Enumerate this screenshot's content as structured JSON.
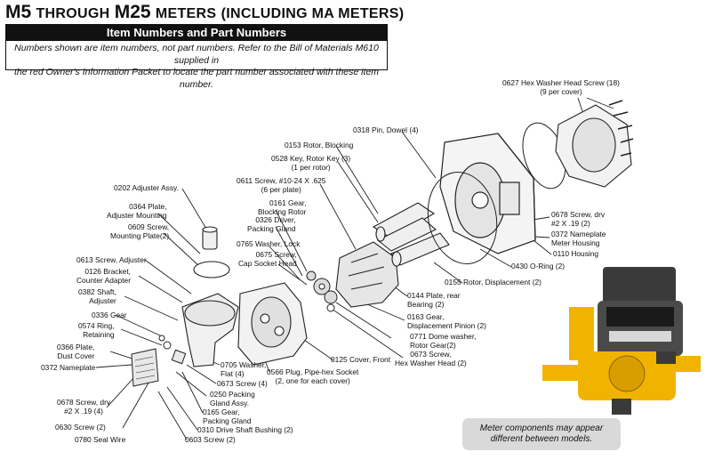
{
  "title": {
    "m5": "M5",
    "through": "through",
    "m25": "M25",
    "meters": "Meters",
    "paren": "(including MA Meters)"
  },
  "section_header": "Item Numbers and Part Numbers",
  "notice": {
    "line1": "Numbers shown are item numbers, not part numbers. Refer to the Bill of Materials M610 supplied in",
    "line2": "the red Owner's Information Packet to locate the part number associated with these item number."
  },
  "note": {
    "line1": "Meter components may appear",
    "line2": "different between models."
  },
  "labels": {
    "l0627": [
      "0627 Hex Washer Head Screw (18)",
      "(9 per cover)"
    ],
    "l0318": [
      "0318 Pin, Dowel (4)"
    ],
    "l0153": [
      "0153 Rotor, Blocking"
    ],
    "l0528": [
      "0528 Key, Rotor Key (3)",
      "(1 per rotor)"
    ],
    "l0611": [
      "0611 Screw, #10-24 X .625",
      "(6 per plate)"
    ],
    "l0202": [
      "0202 Adjuster Assy."
    ],
    "l0161": [
      "0161 Gear,",
      "Blocking Rotor"
    ],
    "l0364": [
      "0364 Plate,",
      "Adjuster Mounting"
    ],
    "l0326": [
      "0326 Driver,",
      "Packing Gland"
    ],
    "l0609": [
      "0609 Screw,",
      "Mounting Plate(2)"
    ],
    "l0765": [
      "0765 Washer, Lock"
    ],
    "l0675": [
      "0675 Screw,",
      "Cap Socket Head"
    ],
    "l0613": [
      "0613 Screw, Adjuster"
    ],
    "l0126": [
      "0126 Bracket,",
      "Counter Adapter"
    ],
    "l0382": [
      "0382 Shaft,",
      "Adjuster"
    ],
    "l0336": [
      "0336 Gear"
    ],
    "l0574": [
      "0574 Ring,",
      "Retaining"
    ],
    "l0366": [
      "0366 Plate,",
      "Dust Cover"
    ],
    "l0372a": [
      "0372 Nameplate"
    ],
    "l0678a": [
      "0678 Screw, drv",
      "#2 X .19 (4)"
    ],
    "l0630": [
      "0630 Screw (2)"
    ],
    "l0780": [
      "0780 Seal Wire"
    ],
    "l0705": [
      "0705 Washer,",
      "Flat (4)"
    ],
    "l0673a": [
      "0673 Screw (4)"
    ],
    "l0250": [
      "0250 Packing",
      "Gland Assy."
    ],
    "l0165": [
      "0165 Gear,",
      "Packing Gland"
    ],
    "l0310": [
      "0310 Drive Shaft Bushing (2)"
    ],
    "l0603": [
      "0603 Screw (2)"
    ],
    "l0678b": [
      "0678 Screw, drv",
      "#2 X .19 (2)"
    ],
    "l0372b": [
      "0372 Nameplate",
      "Meter Housing"
    ],
    "l0110": [
      "0110 Housing"
    ],
    "l0430": [
      "0430 O-Ring (2)"
    ],
    "l0155": [
      "0155 Rotor, Displacement (2)"
    ],
    "l0144": [
      "0144 Plate, rear",
      "Bearing (2)"
    ],
    "l0163": [
      "0163 Gear,",
      "Displacement Pinion (2)"
    ],
    "l0771": [
      "0771 Dome washer,",
      "Rotor Gear(2)"
    ],
    "l0673b": [
      "0673 Screw,",
      "Hex Washer Head (2)"
    ],
    "l0125": [
      "0125 Cover, Front"
    ],
    "l0566": [
      "0566 Plug, Pipe-hex Socket",
      "(2, one for each cover)"
    ]
  },
  "colors": {
    "header_bg": "#111111",
    "note_bg": "#d9d9d9",
    "meter_yellow": "#f0b400",
    "meter_head": "#3a3a3a"
  }
}
